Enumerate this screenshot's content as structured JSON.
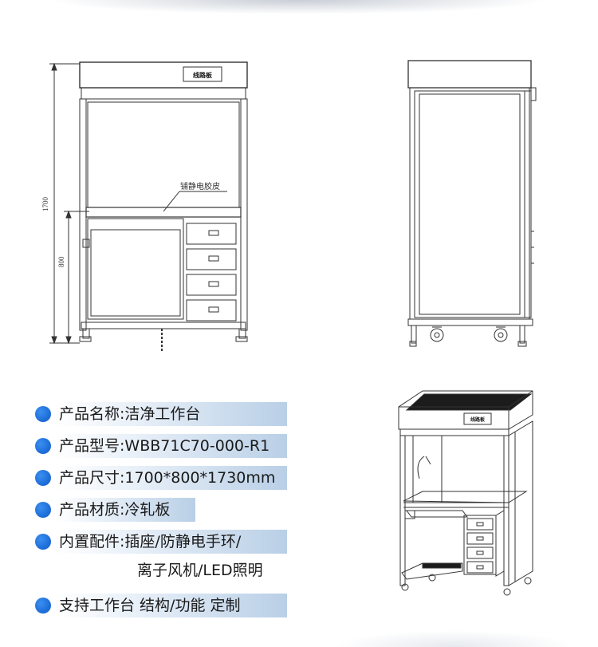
{
  "drawings": {
    "front_view": {
      "dim_total": "1700",
      "dim_lower": "800",
      "label_plate": "线路板",
      "callout": "铺静电胶皮"
    },
    "perspective_view": {
      "label_plate": "线路板"
    }
  },
  "specs": [
    {
      "label": "产品名称",
      "sep": ":",
      "value": "洁净工作台"
    },
    {
      "label": "产品型号",
      "sep": ":",
      "value": "WBB71C70-000-R1"
    },
    {
      "label": "产品尺寸",
      "sep": ":",
      "value": "1700*800*1730mm"
    },
    {
      "label": "产品材质",
      "sep": ":",
      "value": "冷轧板"
    },
    {
      "label": "内置配件",
      "sep": ":",
      "value": "插座/防静电手环/",
      "continuation": "离子风机/LED照明"
    },
    {
      "label": "支持工作台 结构/功能 定制",
      "sep": "",
      "value": ""
    }
  ],
  "colors": {
    "bullet": "#1f6fd9",
    "band": "#b9cfe6",
    "line": "#333333"
  }
}
